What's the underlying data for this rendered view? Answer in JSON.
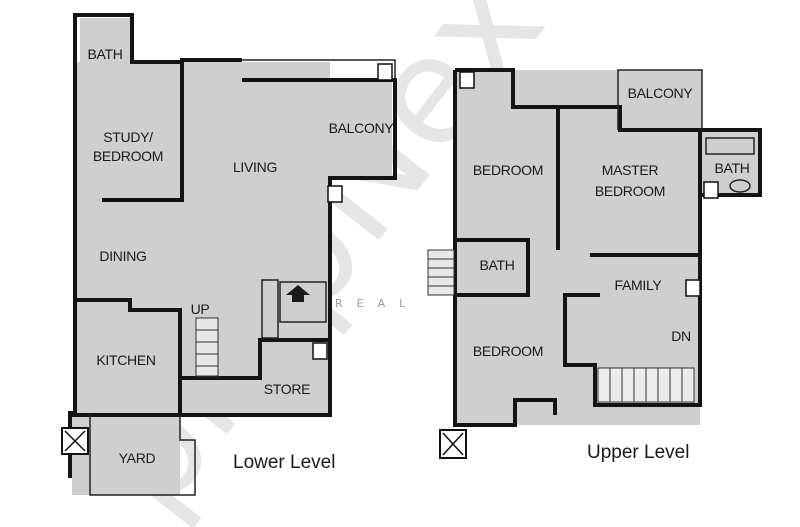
{
  "watermark": {
    "text": "propNex",
    "subtext": "REAL"
  },
  "lower_level": {
    "caption": "Lower Level",
    "rooms": {
      "bath": "BATH",
      "study_1": "STUDY/",
      "study_2": "BEDROOM",
      "living": "LIVING",
      "balcony": "BALCONY",
      "dining": "DINING",
      "up": "UP",
      "kitchen": "KITCHEN",
      "store": "STORE",
      "yard": "YARD"
    }
  },
  "upper_level": {
    "caption": "Upper Level",
    "rooms": {
      "balcony": "BALCONY",
      "bedroom_1": "BEDROOM",
      "master_1": "MASTER",
      "master_2": "BEDROOM",
      "bath_master": "BATH",
      "bath": "BATH",
      "family": "FAMILY",
      "bedroom_2": "BEDROOM",
      "dn": "DN"
    }
  }
}
